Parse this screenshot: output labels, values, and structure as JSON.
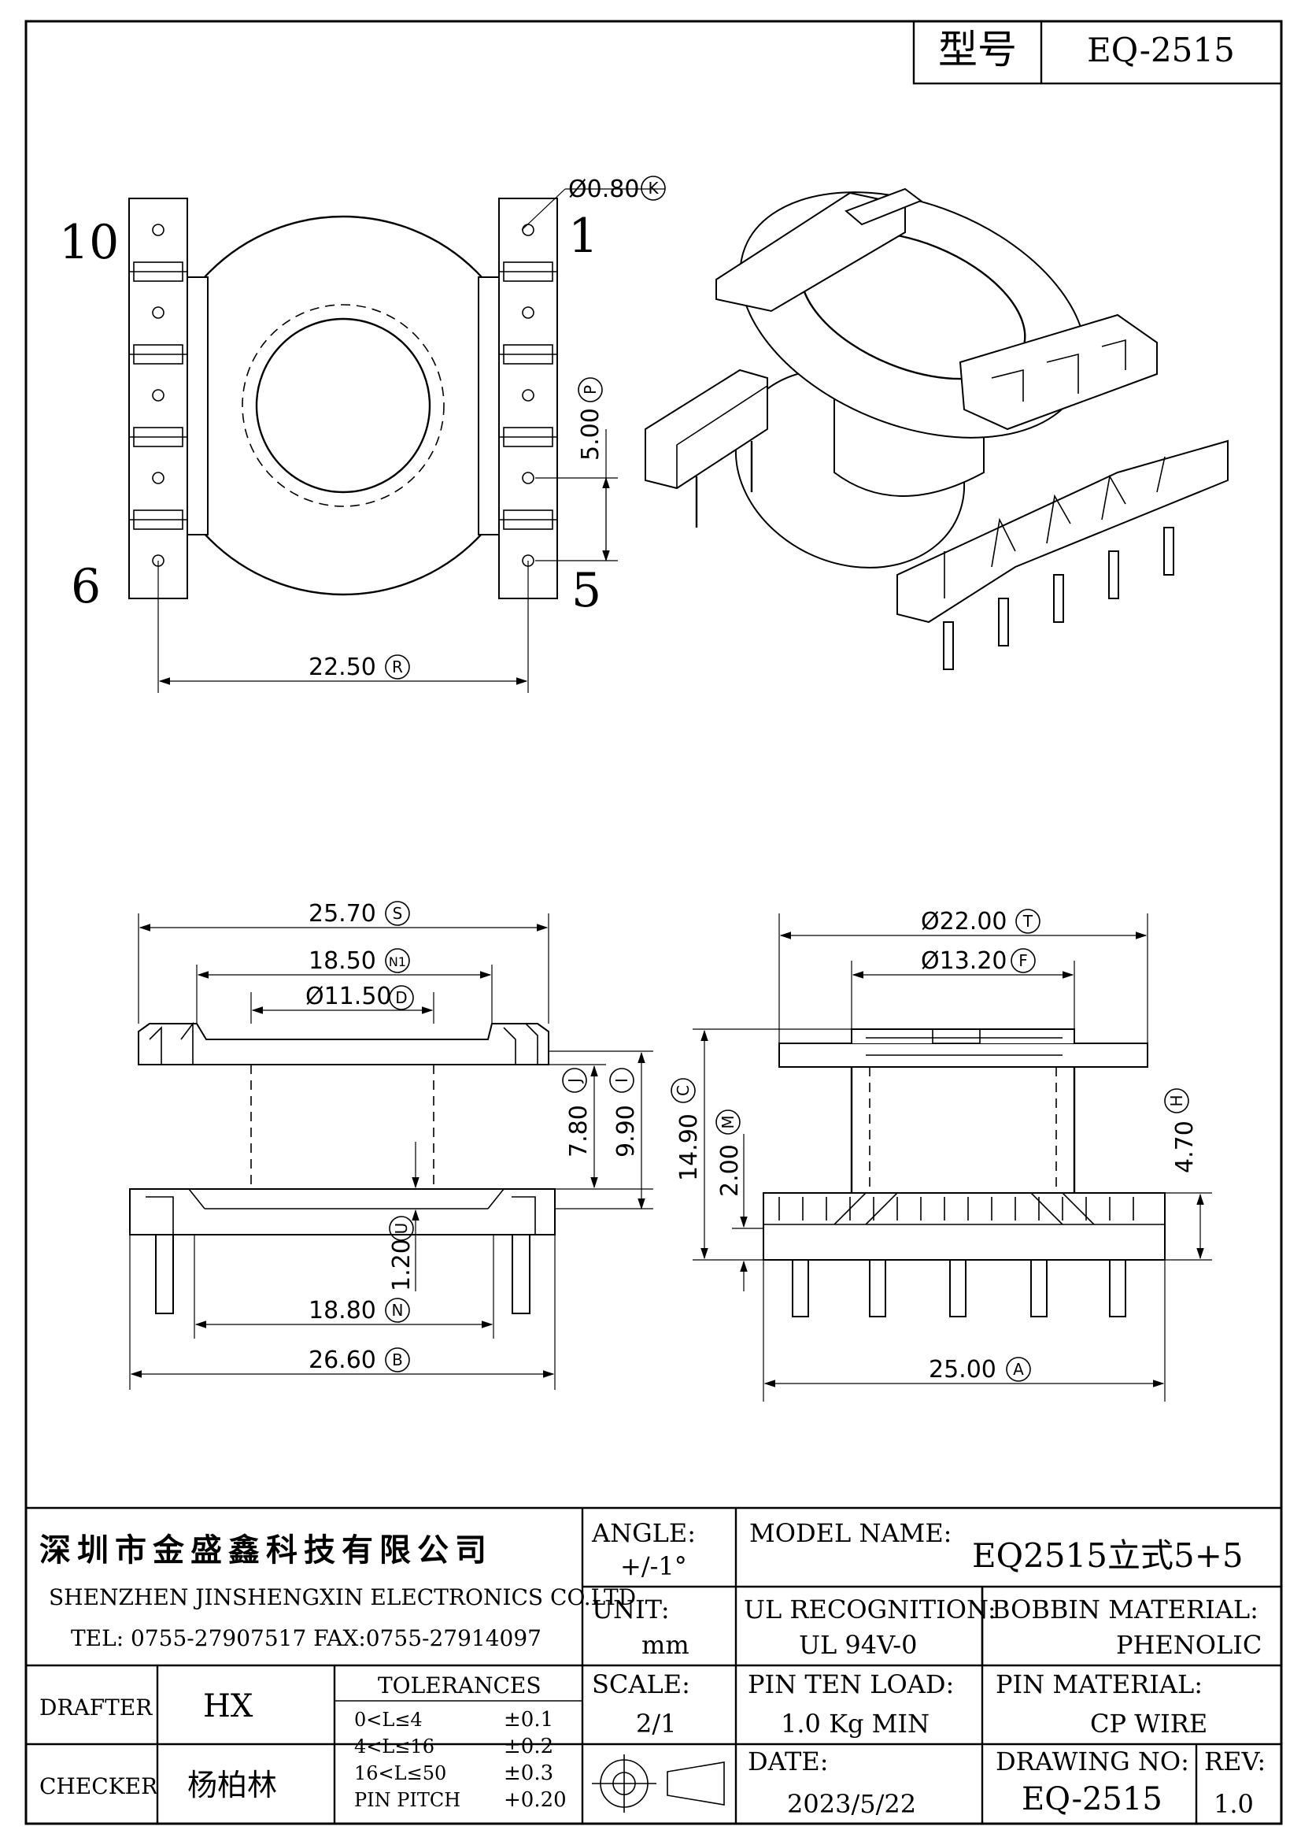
{
  "header": {
    "model_label": "型号",
    "model_value": "EQ-2515"
  },
  "top_view": {
    "pin_labels": {
      "pin10": "10",
      "pin1": "1",
      "pin6": "6",
      "pin5": "5"
    },
    "dims": {
      "pin_diameter": {
        "value": "Ø0.80",
        "tag": "K"
      },
      "pin_pitch": {
        "value": "5.00",
        "tag": "P"
      },
      "row_spacing": {
        "value": "22.50",
        "tag": "R"
      }
    }
  },
  "front_view": {
    "dims": {
      "top_width": {
        "value": "25.70",
        "tag": "S"
      },
      "window_width": {
        "value": "18.50",
        "tag": "N1"
      },
      "core_diameter": {
        "value": "Ø11.50",
        "tag": "D"
      },
      "winding_height": {
        "value": "7.80",
        "tag": "J"
      },
      "inner_height": {
        "value": "9.90",
        "tag": "I"
      },
      "base_thickness": {
        "value": "1.20",
        "tag": "U"
      },
      "base_window": {
        "value": "18.80",
        "tag": "N"
      },
      "base_width": {
        "value": "26.60",
        "tag": "B"
      }
    }
  },
  "side_view": {
    "dims": {
      "flange_diameter": {
        "value": "Ø22.00",
        "tag": "T"
      },
      "bore_diameter": {
        "value": "Ø13.20",
        "tag": "F"
      },
      "total_height": {
        "value": "14.90",
        "tag": "C"
      },
      "base_height": {
        "value": "2.00",
        "tag": "M"
      },
      "pin_height": {
        "value": "4.70",
        "tag": "H"
      },
      "base_length": {
        "value": "25.00",
        "tag": "A"
      }
    }
  },
  "title_block": {
    "company_cn": "深圳市金盛鑫科技有限公司",
    "company_en": "SHENZHEN JINSHENGXIN ELECTRONICS CO.LTD",
    "contact": "TEL: 0755-27907517   FAX:0755-27914097",
    "angle_label": "ANGLE:",
    "angle_value": "+/-1°",
    "model_name_label": "MODEL NAME:",
    "model_name_value": "EQ2515立式5+5",
    "unit_label": "UNIT:",
    "unit_value": "mm",
    "ul_label": "UL RECOGNITION:",
    "ul_value": "UL 94V-0",
    "bobbin_label": "BOBBIN MATERIAL:",
    "bobbin_value": "PHENOLIC",
    "drafter_label": "DRAFTER",
    "drafter_value": "HX",
    "tolerances_label": "TOLERANCES",
    "tolerances": [
      {
        "range": "0<L≤4",
        "tol": "±0.1"
      },
      {
        "range": "4<L≤16",
        "tol": "±0.2"
      },
      {
        "range": "16<L≤50",
        "tol": "±0.3"
      },
      {
        "range": "PIN PITCH",
        "tol": "+0.20"
      }
    ],
    "scale_label": "SCALE:",
    "scale_value": "2/1",
    "pin_load_label": "PIN TEN LOAD:",
    "pin_load_value": "1.0 Kg MIN",
    "pin_material_label": "PIN MATERIAL:",
    "pin_material_value": "CP WIRE",
    "checker_label": "CHECKER",
    "checker_value": "杨柏林",
    "date_label": "DATE:",
    "date_value": "2023/5/22",
    "drawing_no_label": "DRAWING NO:",
    "drawing_no_value": "EQ-2515",
    "rev_label": "REV:",
    "rev_value": "1.0"
  }
}
